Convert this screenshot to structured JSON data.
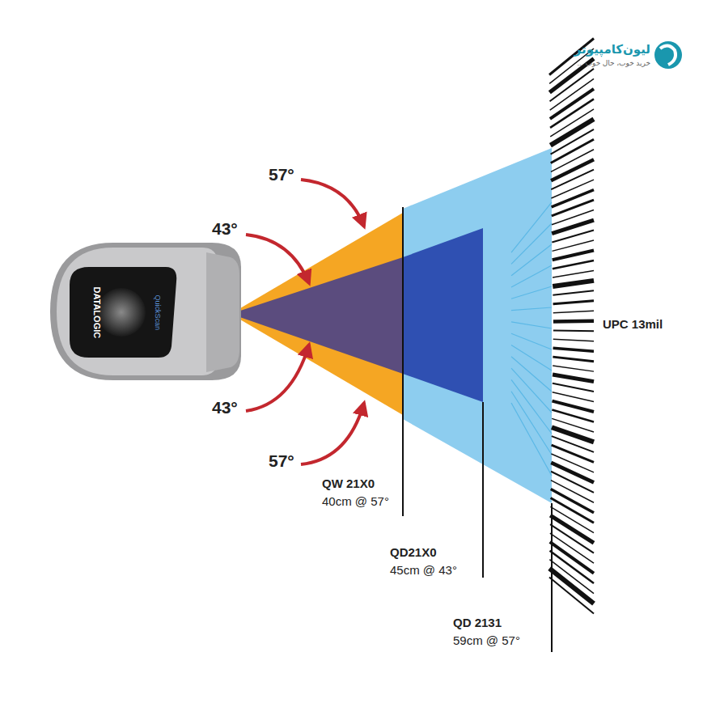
{
  "diagram": {
    "labels": [
      "57°",
      "43°",
      "43°",
      "57°",
      "QW 21X0",
      "40cm @ 57°",
      "QD21X0",
      "45cm @ 43°",
      "QD 2131",
      "59cm @ 57°",
      "UPC 13mil",
      "DATALOGIC",
      "QuickScan",
      "لیون‌کامپیوتر",
      "خرید خوب، حال خوب ..."
    ]
  }
}
